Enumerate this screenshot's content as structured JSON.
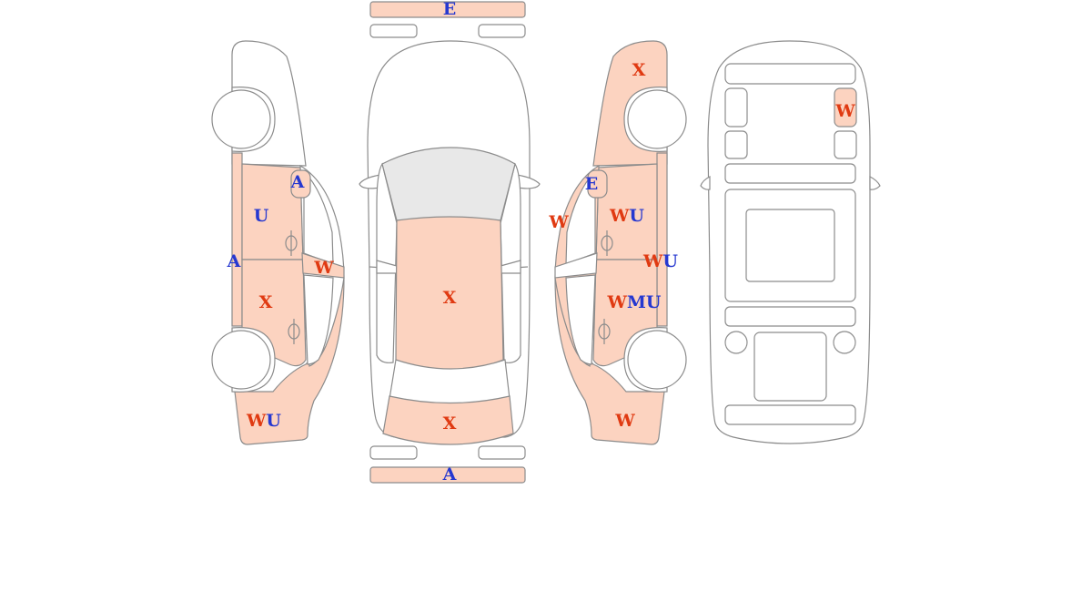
{
  "colors": {
    "damage_fill": "#fcd3c0",
    "outline": "#8c8c8c",
    "glass": "#e8e8e8",
    "code_red": "#e03a12",
    "code_blue": "#2638d0"
  },
  "marks": {
    "front_bumper": [
      {
        "t": "E",
        "c": "blue"
      }
    ],
    "rear_bumper": [
      {
        "t": "A",
        "c": "blue"
      }
    ],
    "roof": [
      {
        "t": "X",
        "c": "red"
      }
    ],
    "trunk_lid": [
      {
        "t": "X",
        "c": "red"
      }
    ],
    "left_fuel_lid": [
      {
        "t": "A",
        "c": "blue"
      }
    ],
    "left_front_door": [
      {
        "t": "U",
        "c": "blue"
      }
    ],
    "left_rocker": [
      {
        "t": "A",
        "c": "blue"
      }
    ],
    "left_front_door_glass": [
      {
        "t": "W",
        "c": "red"
      }
    ],
    "left_rear_door": [
      {
        "t": "X",
        "c": "red"
      }
    ],
    "left_quarter": [
      {
        "t": "W",
        "c": "red"
      },
      {
        "t": "U",
        "c": "blue"
      }
    ],
    "right_rear_fender": [
      {
        "t": "X",
        "c": "red"
      }
    ],
    "right_fuel_lid": [
      {
        "t": "E",
        "c": "blue"
      }
    ],
    "right_front_door_glass": [
      {
        "t": "W",
        "c": "red"
      }
    ],
    "right_front_door": [
      {
        "t": "W",
        "c": "red"
      },
      {
        "t": "U",
        "c": "blue"
      }
    ],
    "right_rocker": [
      {
        "t": "W",
        "c": "red"
      },
      {
        "t": "U",
        "c": "blue"
      }
    ],
    "right_rear_door": [
      {
        "t": "W",
        "c": "red"
      },
      {
        "t": "M",
        "c": "blue"
      },
      {
        "t": "U",
        "c": "blue"
      }
    ],
    "right_quarter": [
      {
        "t": "W",
        "c": "red"
      }
    ],
    "interior_seat": [
      {
        "t": "W",
        "c": "red"
      }
    ]
  }
}
